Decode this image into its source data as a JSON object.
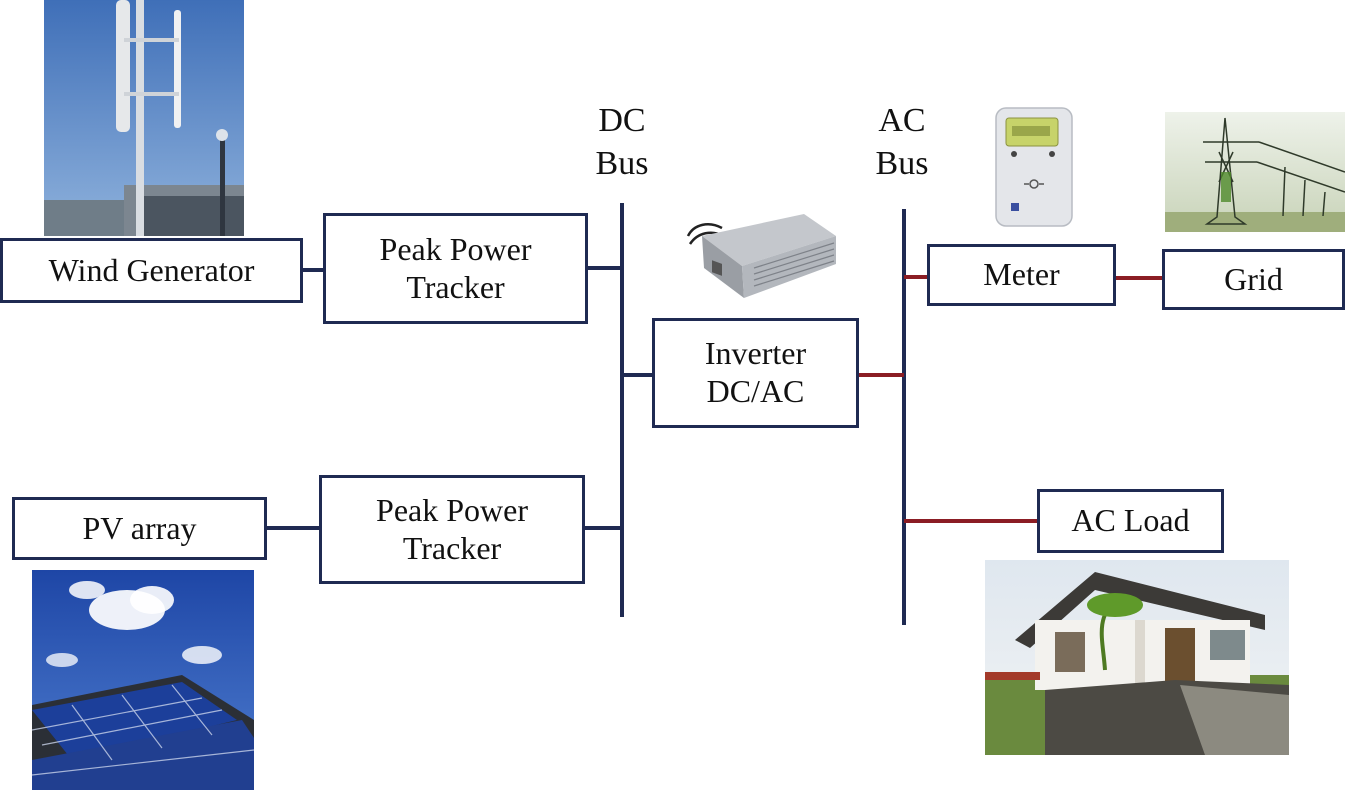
{
  "diagram": {
    "bus_labels": {
      "dc": "DC\nBus",
      "ac": "AC\nBus"
    },
    "boxes": {
      "wind_generator": "Wind Generator",
      "ppt_top": "Peak Power\nTracker",
      "pv_array": "PV array",
      "ppt_bottom": "Peak Power\nTracker",
      "inverter": "Inverter\nDC/AC",
      "meter": "Meter",
      "grid": "Grid",
      "ac_load": "AC Load"
    },
    "colors": {
      "dc_line": "#1f2a52",
      "ac_line": "#8b1d24",
      "box_border": "#1f2a52"
    },
    "pictures": {
      "wind": "wind-turbine-photo",
      "pv": "solar-panels-photo",
      "inverter": "inverter-device-photo",
      "meter": "electricity-meter-photo",
      "grid": "transmission-tower-photo",
      "house": "house-photo"
    }
  }
}
